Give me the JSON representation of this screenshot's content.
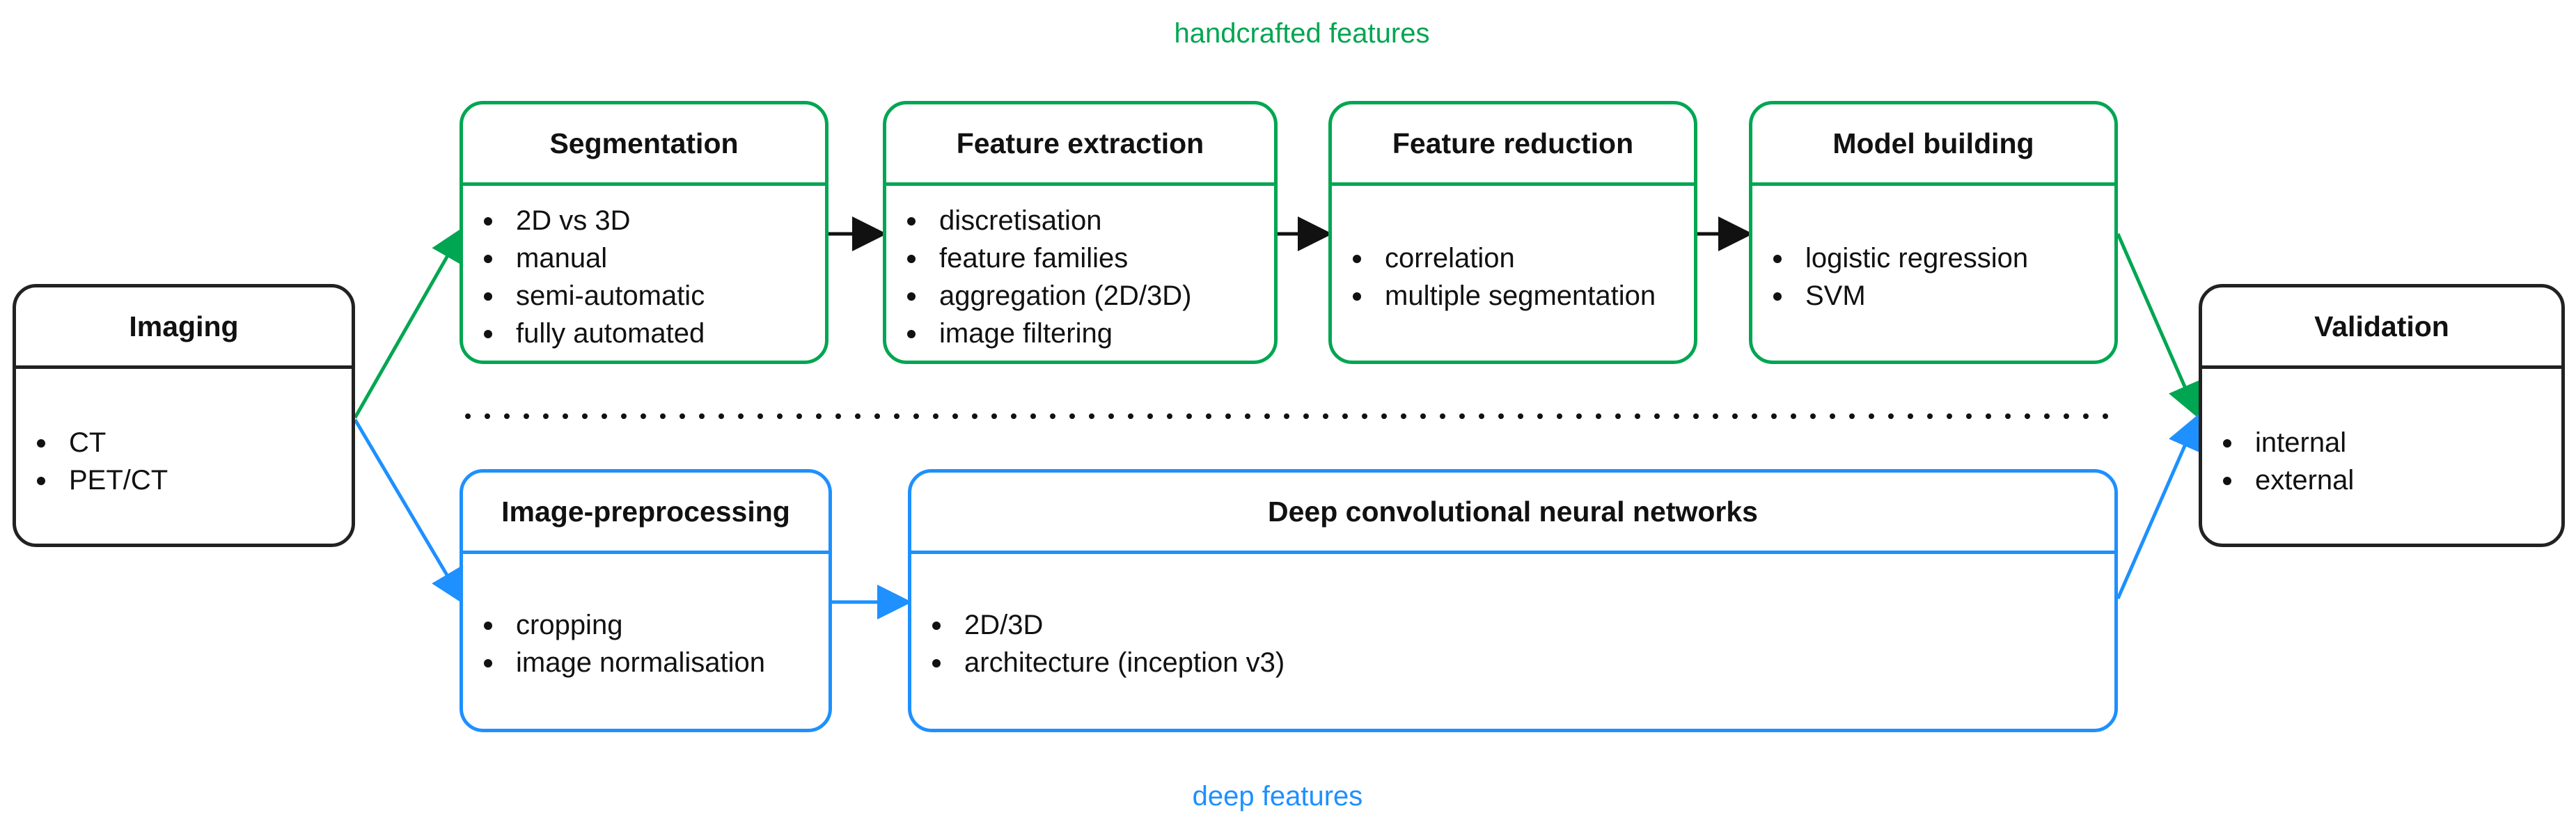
{
  "labels": {
    "top": "handcrafted features",
    "bottom": "deep features"
  },
  "colors": {
    "handcrafted": "#00a651",
    "deep": "#1e90ff",
    "neutral": "#222222"
  },
  "boxes": {
    "imaging": {
      "title": "Imaging",
      "items": [
        "CT",
        "PET/CT"
      ]
    },
    "segmentation": {
      "title": "Segmentation",
      "items": [
        "2D vs 3D",
        "manual",
        "semi-automatic",
        "fully automated"
      ]
    },
    "feature_extraction": {
      "title": "Feature extraction",
      "items": [
        "discretisation",
        "feature families",
        "aggregation (2D/3D)",
        "image filtering"
      ]
    },
    "feature_reduction": {
      "title": "Feature reduction",
      "items": [
        "correlation",
        "multiple segmentation"
      ]
    },
    "model_building": {
      "title": "Model building",
      "items": [
        "logistic regression",
        "SVM"
      ]
    },
    "validation": {
      "title": "Validation",
      "items": [
        "internal",
        "external"
      ]
    },
    "preprocessing": {
      "title": "Image-preprocessing",
      "items": [
        "cropping",
        "image normalisation"
      ]
    },
    "deep_cnn": {
      "title": "Deep convolutional neural networks",
      "items": [
        "2D/3D",
        "architecture (inception v3)"
      ]
    }
  }
}
